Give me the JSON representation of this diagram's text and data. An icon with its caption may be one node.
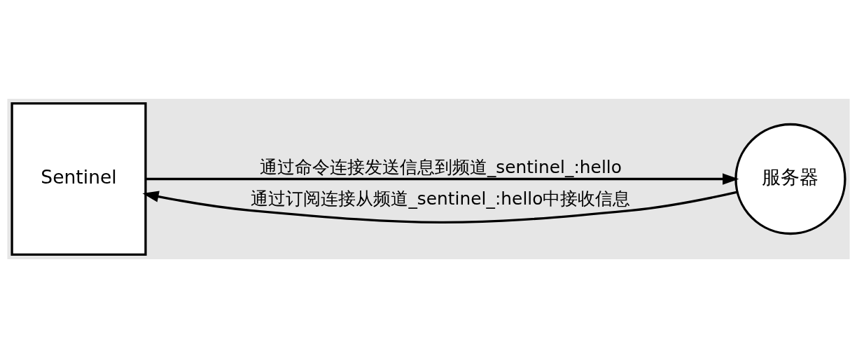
{
  "diagram": {
    "nodes": [
      {
        "text": [
          "Sentinel"
        ]
      },
      {
        "text": [
          "服务器"
        ]
      }
    ],
    "edges": [
      {
        "from": 0,
        "to": 1,
        "arrow": "to",
        "label": "通过命令连接发送信息到频道_sentinel_:hello"
      },
      {
        "from": 1,
        "to": 0,
        "arrow": "to",
        "label": "通过订阅连接从频道_sentinel_:hello中接收信息"
      }
    ]
  }
}
